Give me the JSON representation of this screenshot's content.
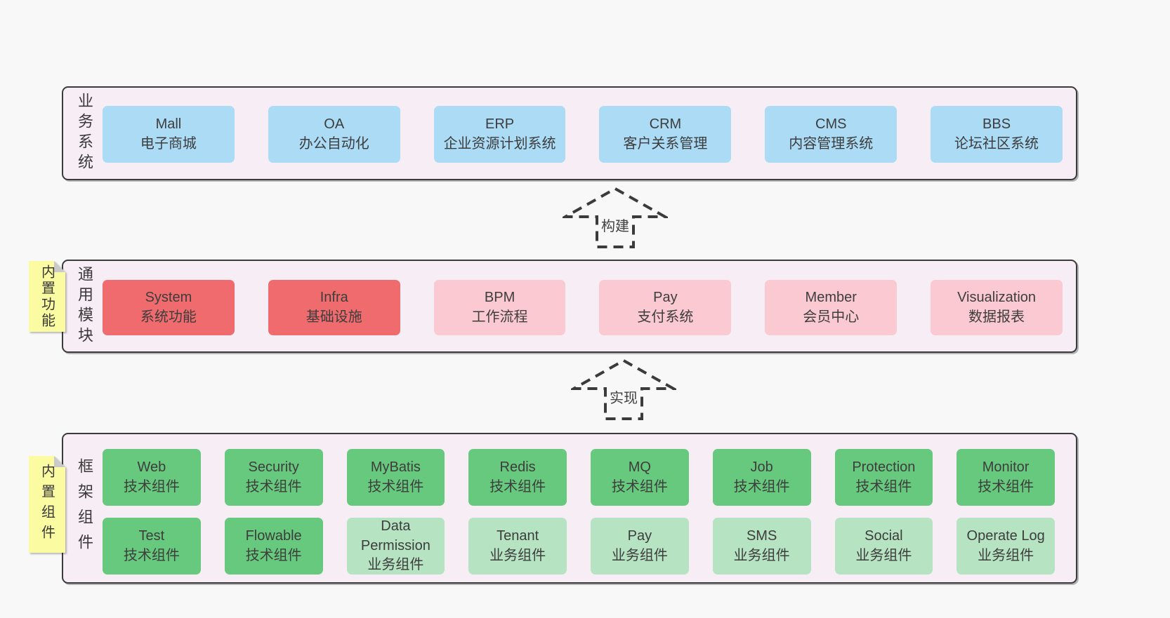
{
  "colors": {
    "page_bg": "#f8f8f8",
    "layer_bg": "#f7edf5",
    "border": "#3b3b3b",
    "text": "#3d3d3d",
    "blue_box": "#abdbf5",
    "red_box": "#ef6b6d",
    "pink_box": "#fbc9d2",
    "green_box": "#67c97d",
    "light_green_box": "#b6e3c2",
    "note_yellow": "#fbfba1",
    "note_fold_gray": "#c9c9c9"
  },
  "layers": [
    {
      "label": "业务系统",
      "boxes": [
        {
          "name": "Mall",
          "desc": "电子商城"
        },
        {
          "name": "OA",
          "desc": "办公自动化"
        },
        {
          "name": "ERP",
          "desc": "企业资源计划系统"
        },
        {
          "name": "CRM",
          "desc": "客户关系管理"
        },
        {
          "name": "CMS",
          "desc": "内容管理系统"
        },
        {
          "name": "BBS",
          "desc": "论坛社区系统"
        }
      ]
    },
    {
      "label": "通用模块",
      "note": "内置功能",
      "boxes": [
        {
          "name": "System",
          "desc": "系统功能"
        },
        {
          "name": "Infra",
          "desc": "基础设施"
        },
        {
          "name": "BPM",
          "desc": "工作流程"
        },
        {
          "name": "Pay",
          "desc": "支付系统"
        },
        {
          "name": "Member",
          "desc": "会员中心"
        },
        {
          "name": "Visualization",
          "desc": "数据报表"
        }
      ]
    },
    {
      "label": "框架组件",
      "note": "内置组件",
      "rows": [
        [
          {
            "name": "Web",
            "desc": "技术组件"
          },
          {
            "name": "Security",
            "desc": "技术组件"
          },
          {
            "name": "MyBatis",
            "desc": "技术组件"
          },
          {
            "name": "Redis",
            "desc": "技术组件"
          },
          {
            "name": "MQ",
            "desc": "技术组件"
          },
          {
            "name": "Job",
            "desc": "技术组件"
          },
          {
            "name": "Protection",
            "desc": "技术组件"
          },
          {
            "name": "Monitor",
            "desc": "技术组件"
          }
        ],
        [
          {
            "name": "Test",
            "desc": "技术组件"
          },
          {
            "name": "Flowable",
            "desc": "技术组件"
          },
          {
            "name": "Data Permission",
            "desc": "业务组件"
          },
          {
            "name": "Tenant",
            "desc": "业务组件"
          },
          {
            "name": "Pay",
            "desc": "业务组件"
          },
          {
            "name": "SMS",
            "desc": "业务组件"
          },
          {
            "name": "Social",
            "desc": "业务组件"
          },
          {
            "name": "Operate Log",
            "desc": "业务组件"
          }
        ]
      ]
    }
  ],
  "arrows": [
    {
      "label": "构建"
    },
    {
      "label": "实现"
    }
  ]
}
